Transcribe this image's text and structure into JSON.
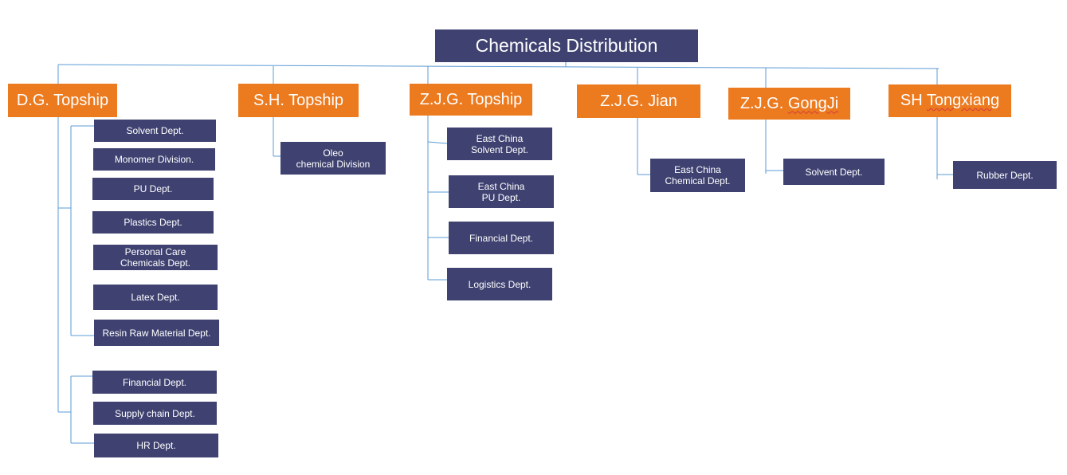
{
  "root": {
    "label": "Chemicals Distribution"
  },
  "colors": {
    "root": "#3f4271",
    "company": "#ec7a1f",
    "dept": "#3f4271",
    "connector": "#5b9bd5"
  },
  "companies": [
    {
      "label": "D.G. Topship",
      "departments": [
        "Solvent  Dept.",
        "Monomer Division.",
        "PU Dept.",
        "Plastics Dept.",
        "Personal Care\nChemicals Dept.",
        "Latex  Dept.",
        "Resin Raw Material Dept.",
        "Financial Dept.",
        "Supply chain  Dept.",
        "HR Dept."
      ]
    },
    {
      "label": "S.H. Topship",
      "departments": [
        "Oleo\nchemical  Division"
      ]
    },
    {
      "label": "Z.J.G. Topship",
      "departments": [
        "East China\nSolvent Dept.",
        "East China\nPU Dept.",
        "Financial Dept.",
        "Logistics Dept."
      ]
    },
    {
      "label": "Z.J.G. Jian",
      "departments": [
        "East China\nChemical Dept."
      ]
    },
    {
      "label_prefix": "Z.J.G. ",
      "label_underlined": "GongJi",
      "departments": [
        "Solvent  Dept."
      ]
    },
    {
      "label_prefix": "SH ",
      "label_underlined": "Tongxiang",
      "departments": [
        "Rubber  Dept."
      ]
    }
  ]
}
